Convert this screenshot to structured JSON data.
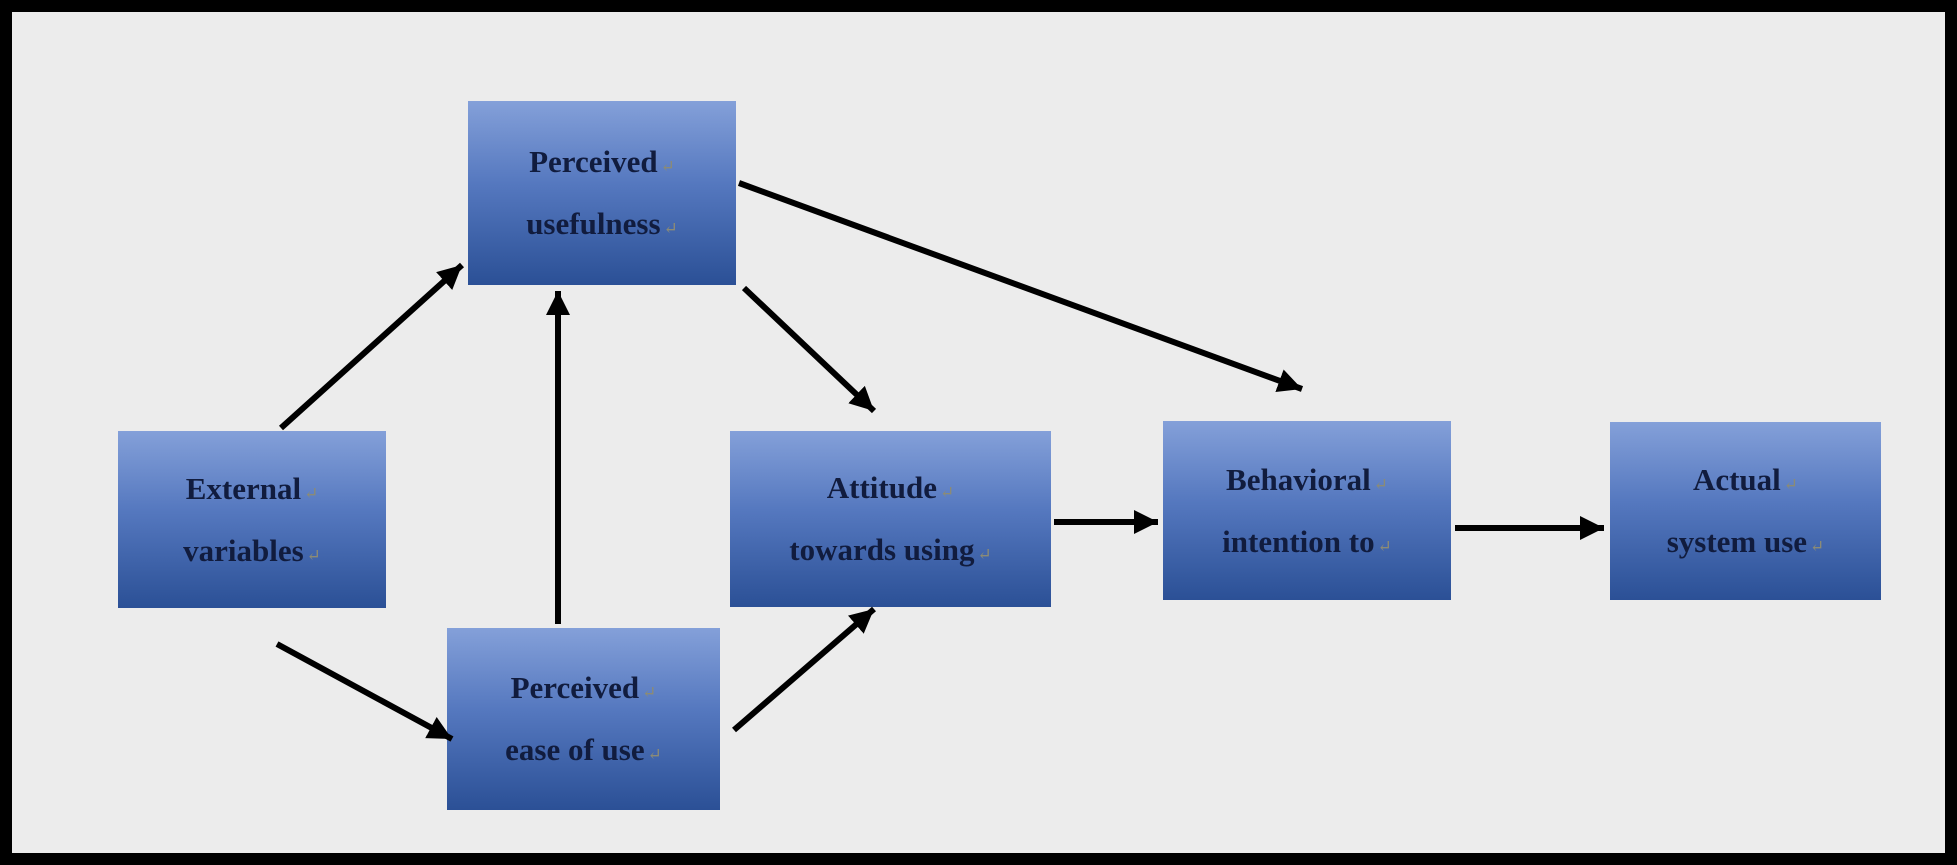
{
  "nodes": [
    {
      "id": "external-variables",
      "lines": [
        "External",
        "variables"
      ]
    },
    {
      "id": "perceived-usefulness",
      "lines": [
        "Perceived",
        "usefulness"
      ]
    },
    {
      "id": "perceived-ease-of-use",
      "lines": [
        "Perceived",
        "ease of use"
      ]
    },
    {
      "id": "attitude-towards-using",
      "lines": [
        "Attitude",
        "towards using"
      ]
    },
    {
      "id": "behavioral-intention-to",
      "lines": [
        "Behavioral",
        "intention to"
      ]
    },
    {
      "id": "actual-system-use",
      "lines": [
        "Actual",
        "system use"
      ]
    }
  ],
  "edges": [
    {
      "from": "external-variables",
      "to": "perceived-usefulness"
    },
    {
      "from": "external-variables",
      "to": "perceived-ease-of-use"
    },
    {
      "from": "perceived-ease-of-use",
      "to": "perceived-usefulness"
    },
    {
      "from": "perceived-usefulness",
      "to": "attitude-towards-using"
    },
    {
      "from": "perceived-usefulness",
      "to": "behavioral-intention-to"
    },
    {
      "from": "perceived-ease-of-use",
      "to": "attitude-towards-using"
    },
    {
      "from": "attitude-towards-using",
      "to": "behavioral-intention-to"
    },
    {
      "from": "behavioral-intention-to",
      "to": "actual-system-use"
    }
  ],
  "marks": {
    "line_break": "↵"
  },
  "colors": {
    "node_gradient_top": "#84a0d9",
    "node_gradient_bottom": "#2b5096",
    "node_text": "#111c3e",
    "arrow": "#000000",
    "background": "#ececec",
    "frame": "#000000"
  }
}
